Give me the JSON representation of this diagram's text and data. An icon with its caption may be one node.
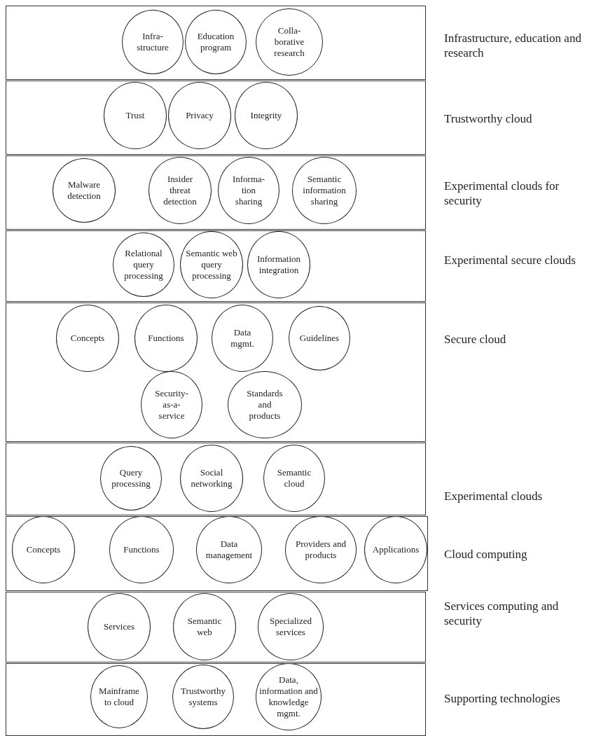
{
  "diagram": {
    "nodes": [
      {
        "text": [
          "Infrastructure, education and research"
        ]
      },
      {
        "text": [
          "Infra- structure"
        ],
        "in": 0
      },
      {
        "text": [
          "Education program"
        ],
        "in": 0
      },
      {
        "text": [
          "Colla- borative research"
        ],
        "in": 0
      },
      {
        "text": [
          "Trustworthy cloud"
        ]
      },
      {
        "text": [
          "Trust"
        ],
        "in": 4
      },
      {
        "text": [
          "Privacy"
        ],
        "in": 4
      },
      {
        "text": [
          "Integrity"
        ],
        "in": 4
      },
      {
        "text": [
          "Experimental clouds for security"
        ]
      },
      {
        "text": [
          "Malware detection"
        ],
        "in": 8
      },
      {
        "text": [
          "Insider threat detection"
        ],
        "in": 8
      },
      {
        "text": [
          "Informa- tion sharing"
        ],
        "in": 8
      },
      {
        "text": [
          "Semantic information sharing"
        ],
        "in": 8
      },
      {
        "text": [
          "Experimental secure clouds"
        ]
      },
      {
        "text": [
          "Relational query processing"
        ],
        "in": 13
      },
      {
        "text": [
          "Semantic web query processing"
        ],
        "in": 13
      },
      {
        "text": [
          "Information integration"
        ],
        "in": 13
      },
      {
        "text": [
          "Secure cloud"
        ]
      },
      {
        "text": [
          "Concepts"
        ],
        "in": 17
      },
      {
        "text": [
          "Functions"
        ],
        "in": 17
      },
      {
        "text": [
          "Data mgmt."
        ],
        "in": 17
      },
      {
        "text": [
          "Guidelines"
        ],
        "in": 17
      },
      {
        "text": [
          "Security- as-a- service"
        ],
        "in": 17
      },
      {
        "text": [
          "Standards and products"
        ],
        "in": 17
      },
      {
        "text": [
          "Experimental clouds"
        ]
      },
      {
        "text": [
          "Query processing"
        ],
        "in": 24
      },
      {
        "text": [
          "Social networking"
        ],
        "in": 24
      },
      {
        "text": [
          "Semantic cloud"
        ],
        "in": 24
      },
      {
        "text": [
          "Cloud computing"
        ]
      },
      {
        "text": [
          "Concepts"
        ],
        "in": 28
      },
      {
        "text": [
          "Functions"
        ],
        "in": 28
      },
      {
        "text": [
          "Data management"
        ],
        "in": 28
      },
      {
        "text": [
          "Providers and products"
        ],
        "in": 28
      },
      {
        "text": [
          "Applications"
        ],
        "in": 28
      },
      {
        "text": [
          "Services computing and security"
        ]
      },
      {
        "text": [
          "Services"
        ],
        "in": 34
      },
      {
        "text": [
          "Semantic web"
        ],
        "in": 34
      },
      {
        "text": [
          "Specialized services"
        ],
        "in": 34
      },
      {
        "text": [
          "Supporting technologies"
        ]
      },
      {
        "text": [
          "Mainframe to cloud"
        ],
        "in": 38
      },
      {
        "text": [
          "Trustworthy systems"
        ],
        "in": 38
      },
      {
        "text": [
          "Data, information and knowledge mgmt."
        ],
        "in": 38
      }
    ],
    "edges": []
  }
}
